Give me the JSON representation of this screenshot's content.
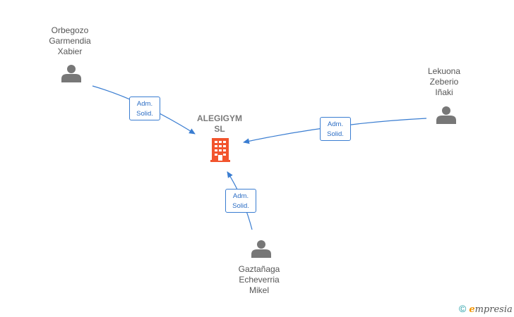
{
  "company": {
    "name_line1": "ALEGIGYM",
    "name_line2": "SL",
    "icon": "building-icon",
    "color": "#f2542d"
  },
  "people": [
    {
      "line1": "Orbegozo",
      "line2": "Garmendia",
      "line3": "Xabier",
      "icon": "person-icon"
    },
    {
      "line1": "Lekuona",
      "line2": "Zeberio",
      "line3": "Iñaki",
      "icon": "person-icon"
    },
    {
      "line1": "Gaztañaga",
      "line2": "Echeverria",
      "line3": "Mikel",
      "icon": "person-icon"
    }
  ],
  "relations": [
    {
      "from": "Orbegozo Garmendia Xabier",
      "line1": "Adm.",
      "line2": "Solid."
    },
    {
      "from": "Lekuona Zeberio Iñaki",
      "line1": "Adm.",
      "line2": "Solid."
    },
    {
      "from": "Gaztañaga Echeverria Mikel",
      "line1": "Adm.",
      "line2": "Solid."
    }
  ],
  "colors": {
    "edge": "#3a7dd1",
    "person": "#777777"
  },
  "brand": {
    "copyright": "©",
    "initial": "e",
    "rest": "mpresia"
  }
}
